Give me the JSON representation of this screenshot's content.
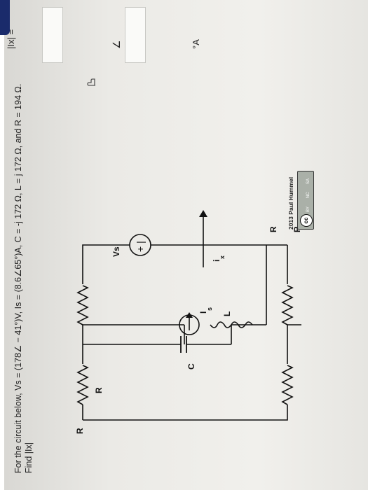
{
  "problem": {
    "statement": "For the circuit below, Vs = (178∠ − 41°)V, Is = (8.6∠65°)A, C = -j 172 Ω, L = j 172 Ω, and R = 194 Ω.",
    "find": "Find |Ix|"
  },
  "circuit": {
    "vs_label": "Vs",
    "vs_symbol": "+ |",
    "ix_label": "i",
    "ix_sub": "x",
    "is_label": "I",
    "is_sub": "s",
    "c_label": "C",
    "l_label": "L",
    "r_left_label": "R",
    "r_top_label": "R",
    "r_mid_label": "R",
    "r_bottom_label": "R"
  },
  "credit": {
    "author": "2013 Paul Hummel",
    "license_cc": "cc",
    "license_by": "BY",
    "license_nc": "NC",
    "license_sa": "SA"
  },
  "answer": {
    "label": "|Ix| =",
    "angle_symbol": "∠",
    "unit": "°A",
    "magnitude_value": "",
    "angle_value": ""
  },
  "icons": {
    "hint": "hand-pointer-icon"
  }
}
